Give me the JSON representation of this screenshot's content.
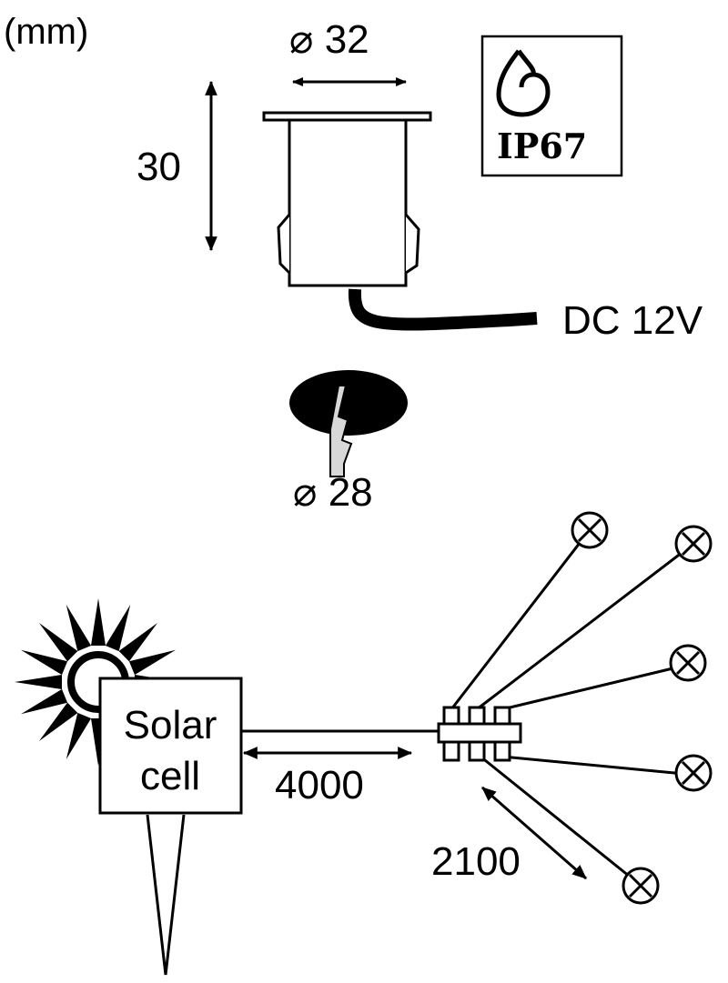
{
  "units_label": "(mm)",
  "fixture": {
    "diameter_label": "⌀ 32",
    "height_label": "30",
    "supply_label": "DC 12V"
  },
  "ip_rating": {
    "label": "IP67",
    "icon": "water-drop-icon"
  },
  "cutout": {
    "diameter_label": "⌀ 28",
    "icon": "drill-bit-icon"
  },
  "system": {
    "solar_cell_line1": "Solar",
    "solar_cell_line2": "cell",
    "cable_length_label": "4000",
    "branch_length_label": "2100",
    "lamp_icon": "lamp-cross-icon",
    "sun_icon": "sun-icon"
  },
  "colors": {
    "ink": "#000000",
    "fill": "#ffffff",
    "bit": "#d8d8d8"
  }
}
